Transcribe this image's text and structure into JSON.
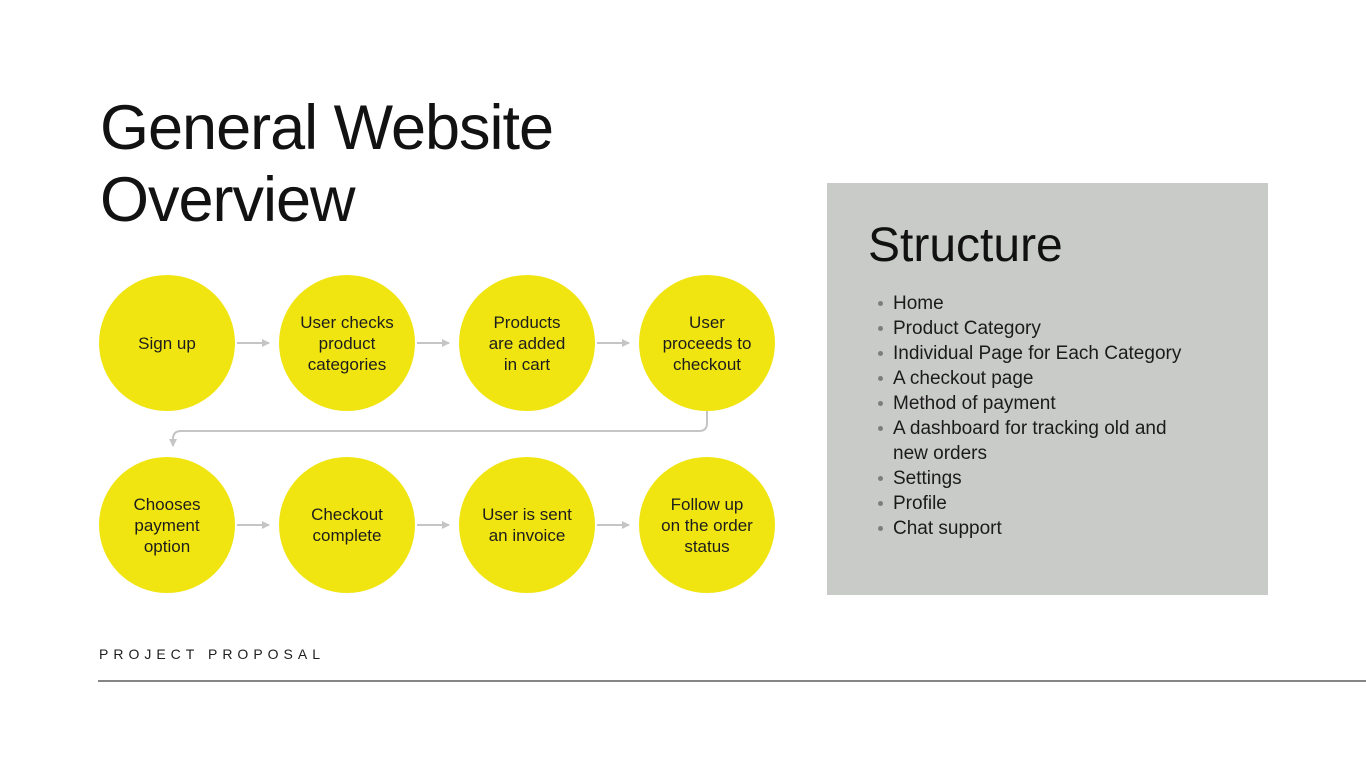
{
  "title": "General Website\nOverview",
  "flowchart": {
    "steps": [
      "Sign up",
      "User checks\nproduct\ncategories",
      "Products\nare added\nin cart",
      "User\nproceeds to\ncheckout",
      "Chooses\npayment\noption",
      "Checkout\ncomplete",
      "User is sent\nan invoice",
      "Follow up\non the order\nstatus"
    ]
  },
  "structure_panel": {
    "heading": "Structure",
    "items": [
      "Home",
      "Product Category",
      "Individual Page for Each Category",
      "A checkout page",
      "Method of payment",
      "A dashboard for tracking old and\nnew orders",
      "Settings",
      "Profile",
      "Chat support"
    ]
  },
  "footer": {
    "label": "PROJECT PROPOSAL"
  },
  "colors": {
    "circle_fill": "#f0e511",
    "panel_bg": "#c9cbc9",
    "connector": "#c5c5c5",
    "bullet": "#7d7d7d",
    "divider": "#858585"
  }
}
